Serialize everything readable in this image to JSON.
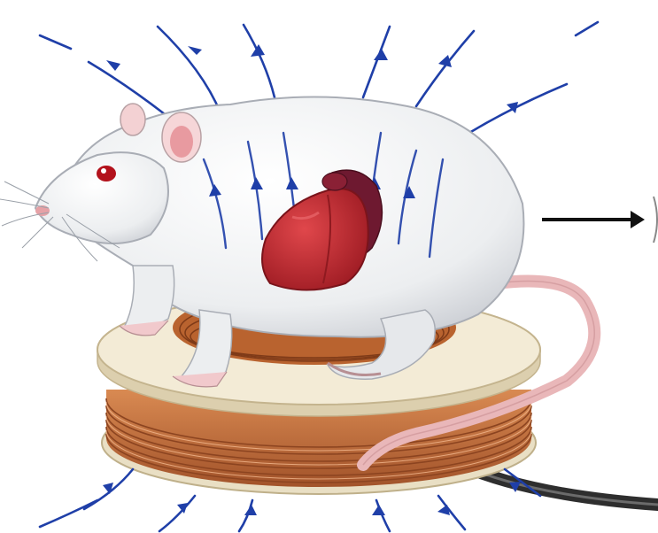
{
  "scene": {
    "colors": {
      "field_line": "#1f3fa8",
      "coil_copper": "#c8703a",
      "coil_base": "#efe6cf",
      "rat_body": "#eceef0",
      "heart": "#c2262c",
      "cable": "#3b3b3b",
      "arrow": "#111111"
    },
    "icons": [
      "rat-figure",
      "heart-organ",
      "coil-figure",
      "field-line-arrows",
      "output-arrow"
    ]
  }
}
